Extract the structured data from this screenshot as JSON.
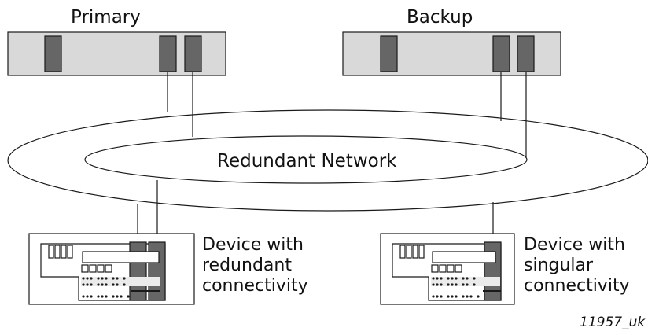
{
  "labels": {
    "primary": "Primary",
    "backup": "Backup",
    "network": "Redundant Network",
    "device_redundant": [
      "Device with",
      "redundant",
      "connectivity"
    ],
    "device_singular": [
      "Device with",
      "singular",
      "connectivity"
    ],
    "figure_ref": "11957_uk"
  },
  "colors": {
    "server_fill": "#d9d9d9",
    "port_fill": "#666666",
    "stroke": "#1a1a1a"
  }
}
